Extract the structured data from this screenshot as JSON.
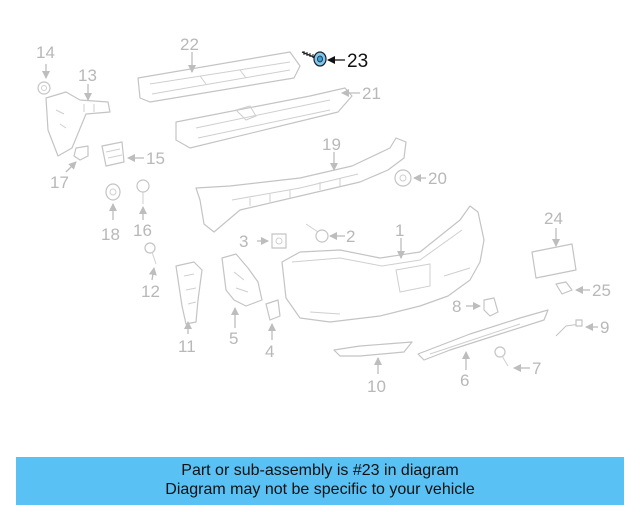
{
  "diagram": {
    "callouts": {
      "c1": "1",
      "c2": "2",
      "c3": "3",
      "c4": "4",
      "c5": "5",
      "c6": "6",
      "c7": "7",
      "c8": "8",
      "c9": "9",
      "c10": "10",
      "c11": "11",
      "c12": "12",
      "c13": "13",
      "c14": "14",
      "c15": "15",
      "c16": "16",
      "c17": "17",
      "c18": "18",
      "c19": "19",
      "c20": "20",
      "c21": "21",
      "c22": "22",
      "c23": "23",
      "c24": "24",
      "c25": "25"
    },
    "highlighted_part": "23"
  },
  "banner": {
    "line1": "Part or sub-assembly is #23 in diagram",
    "line2": "Diagram may not be specific to your vehicle"
  }
}
